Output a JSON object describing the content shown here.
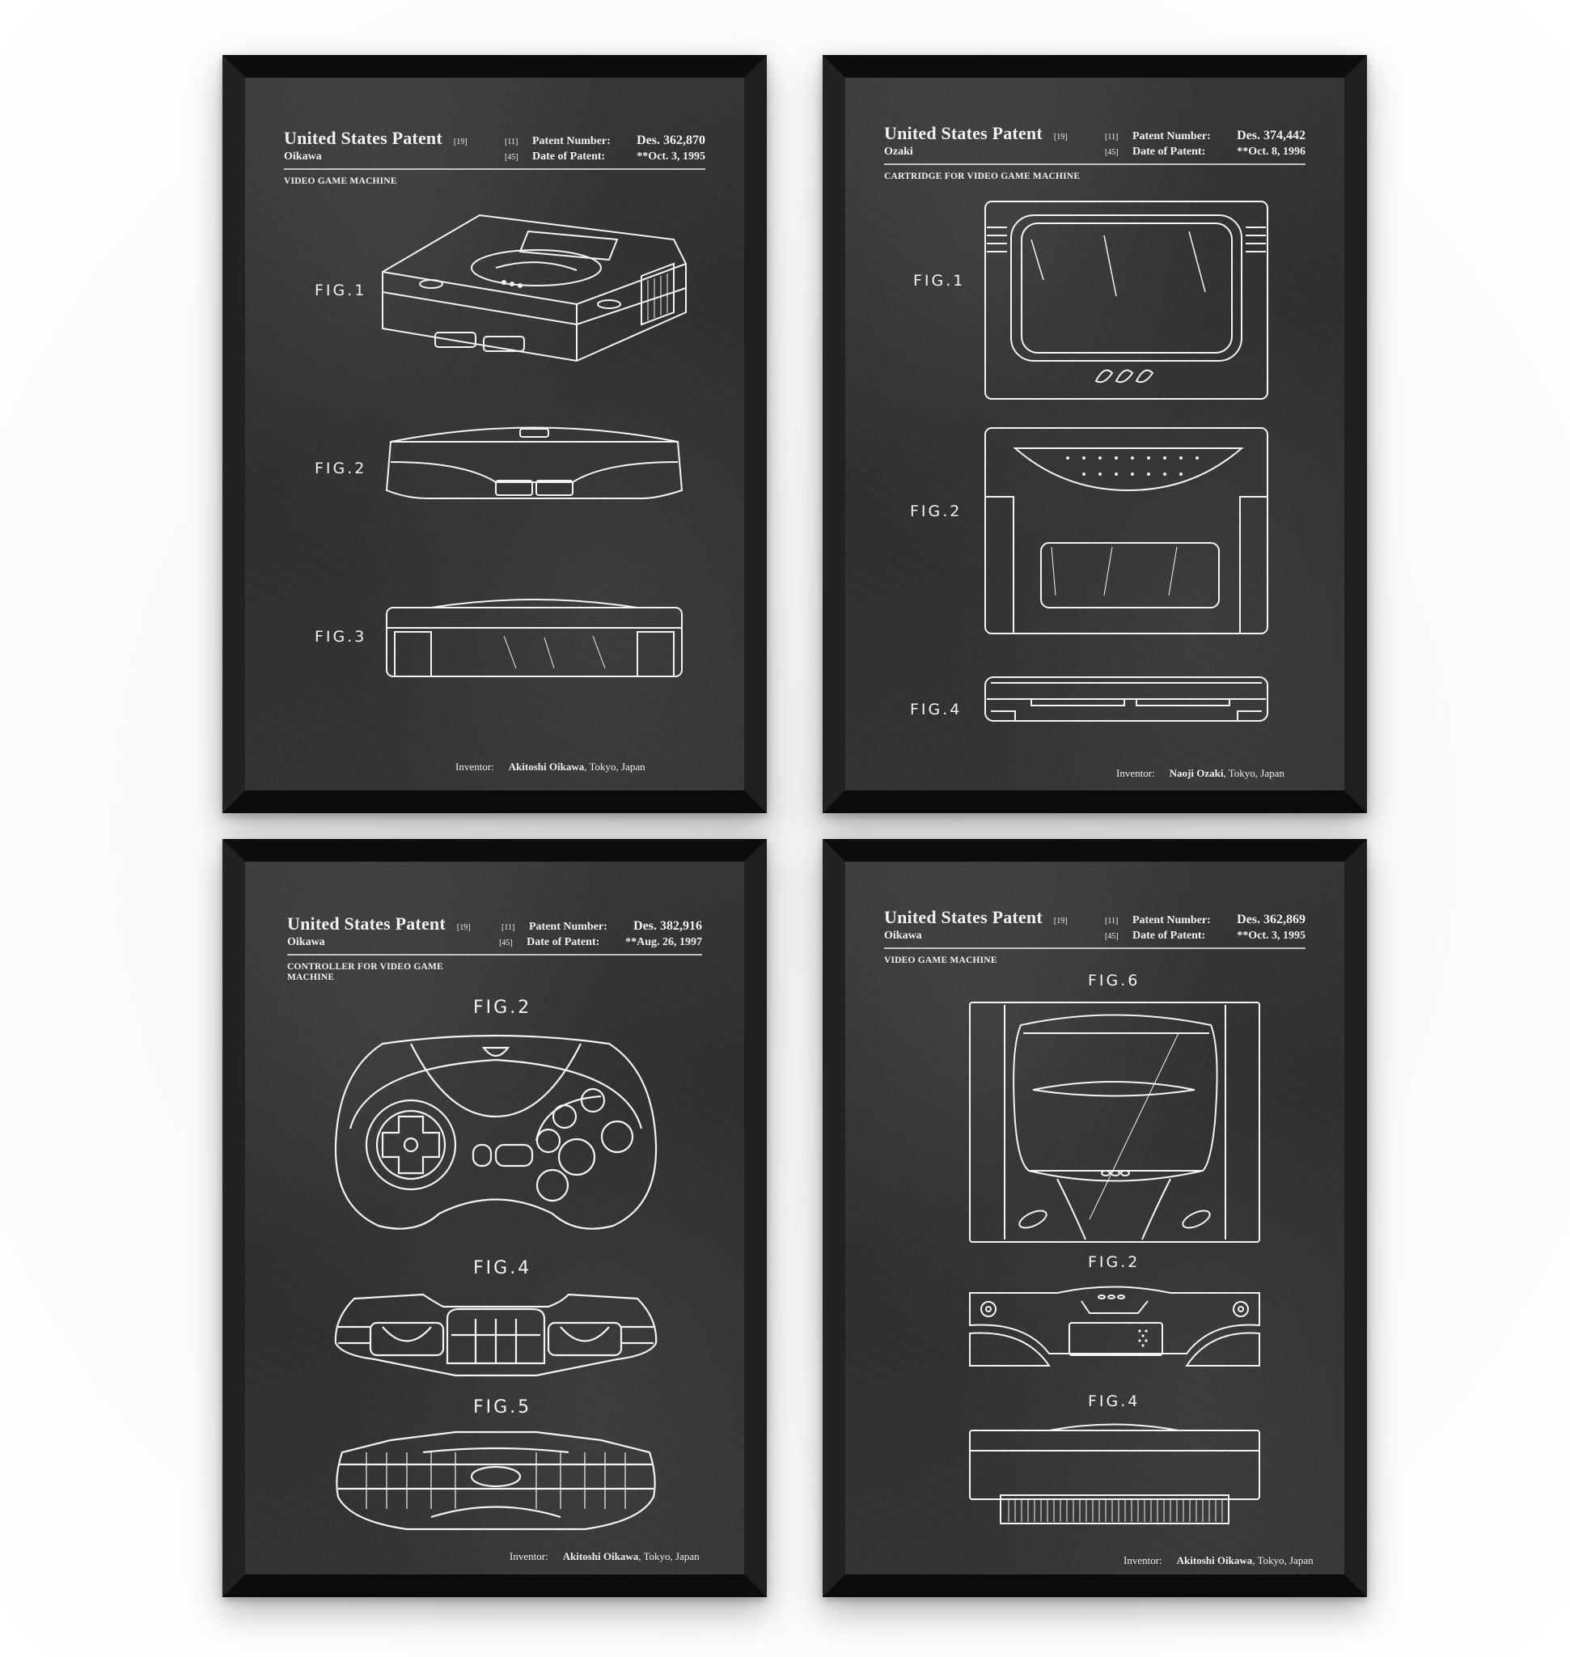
{
  "posters": [
    {
      "header": {
        "title": "United States Patent",
        "title_code": "[19]",
        "assignee": "Oikawa",
        "number_code": "[11]",
        "number_label": "Patent Number:",
        "number_value": "Des. 362,870",
        "date_code": "[45]",
        "date_label": "Date of Patent:",
        "date_value": "**Oct. 3, 1995",
        "subject": "VIDEO GAME MACHINE"
      },
      "figures": [
        "FIG.1",
        "FIG.2",
        "FIG.3"
      ],
      "inventor": {
        "label": "Inventor:",
        "name": "Akitoshi Oikawa",
        "location": ", Tokyo, Japan"
      }
    },
    {
      "header": {
        "title": "United States Patent",
        "title_code": "[19]",
        "assignee": "Ozaki",
        "number_code": "[11]",
        "number_label": "Patent Number:",
        "number_value": "Des. 374,442",
        "date_code": "[45]",
        "date_label": "Date of Patent:",
        "date_value": "**Oct. 8, 1996",
        "subject": "CARTRIDGE FOR VIDEO GAME MACHINE"
      },
      "figures": [
        "FIG.1",
        "FIG.2",
        "FIG.4"
      ],
      "inventor": {
        "label": "Inventor:",
        "name": "Naoji Ozaki",
        "location": ", Tokyo, Japan"
      }
    },
    {
      "header": {
        "title": "United States Patent",
        "title_code": "[19]",
        "assignee": "Oikawa",
        "number_code": "[11]",
        "number_label": "Patent Number:",
        "number_value": "Des. 382,916",
        "date_code": "[45]",
        "date_label": "Date of Patent:",
        "date_value": "**Aug. 26, 1997",
        "subject": "CONTROLLER FOR VIDEO GAME MACHINE"
      },
      "figures": [
        "FIG.2",
        "FIG.4",
        "FIG.5"
      ],
      "inventor": {
        "label": "Inventor:",
        "name": "Akitoshi Oikawa",
        "location": ", Tokyo, Japan"
      }
    },
    {
      "header": {
        "title": "United States Patent",
        "title_code": "[19]",
        "assignee": "Oikawa",
        "number_code": "[11]",
        "number_label": "Patent Number:",
        "number_value": "Des. 362,869",
        "date_code": "[45]",
        "date_label": "Date of Patent:",
        "date_value": "**Oct. 3, 1995",
        "subject": "VIDEO GAME MACHINE"
      },
      "figures": [
        "FIG.6",
        "FIG.2",
        "FIG.4"
      ],
      "inventor": {
        "label": "Inventor:",
        "name": "Akitoshi Oikawa",
        "location": ", Tokyo, Japan"
      }
    }
  ],
  "colors": {
    "frame": "#161616",
    "chalkboard": "#343434",
    "chalk": "#f2f2f2",
    "wall": "#ffffff"
  }
}
